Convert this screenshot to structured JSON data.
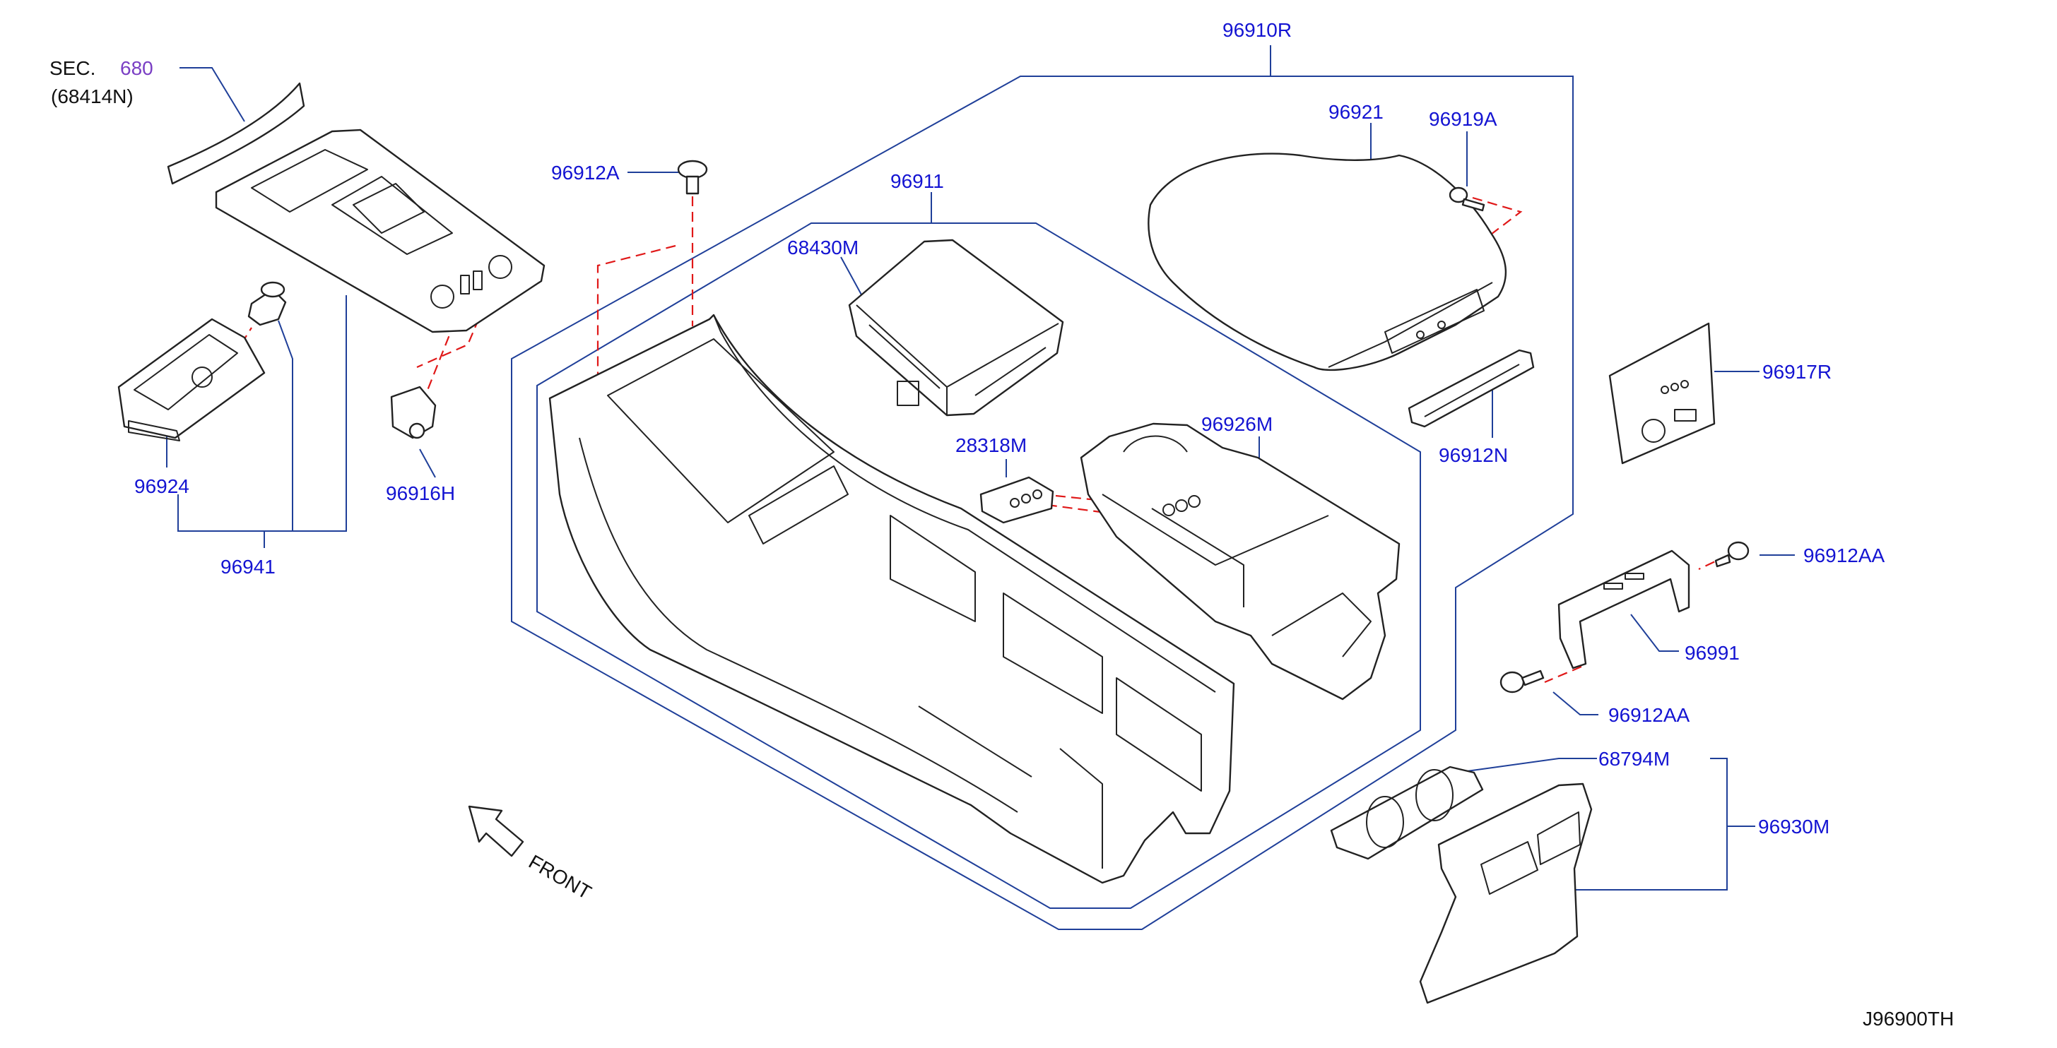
{
  "diagram_id": "J96900TH",
  "section_ref": {
    "prefix": "SEC.",
    "number": "680",
    "sub": "(68414N)"
  },
  "front_label": "FRONT",
  "part_labels": {
    "p96910R": "96910R",
    "p96921": "96921",
    "p96919A": "96919A",
    "p96912A": "96912A",
    "p96911": "96911",
    "p68430M": "68430M",
    "p96917R": "96917R",
    "p28318M": "28318M",
    "p96926M": "96926M",
    "p96912N": "96912N",
    "p96924": "96924",
    "p96916H": "96916H",
    "p96941": "96941",
    "p96912AA_top": "96912AA",
    "p96991": "96991",
    "p96912AA_bottom": "96912AA",
    "p68794M": "68794M",
    "p96930M": "96930M"
  },
  "colors": {
    "label": "#1414d2",
    "leader": "#1f3f99",
    "hidden_line": "#e01818",
    "section_number": "#7a3fc4"
  }
}
